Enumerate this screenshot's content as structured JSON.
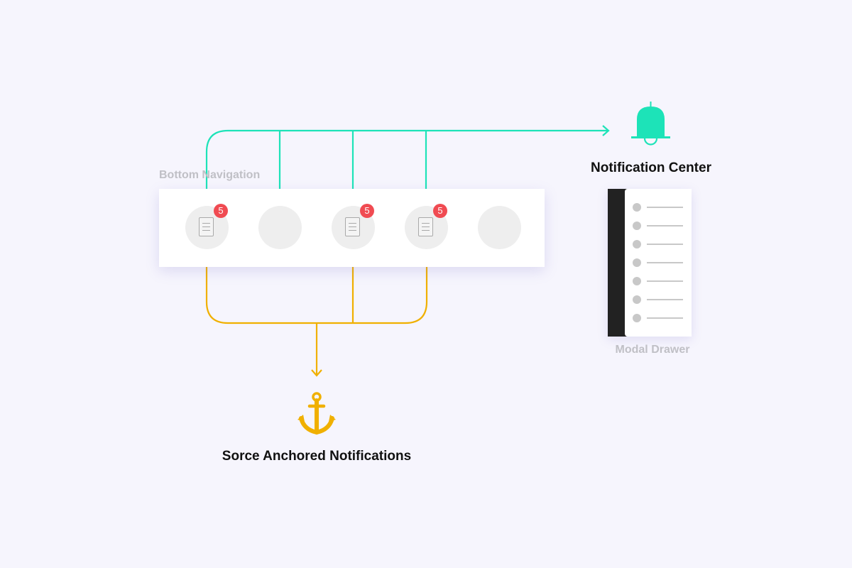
{
  "colors": {
    "background": "#f6f5fd",
    "teal": "#1de3b8",
    "amber": "#f0b000",
    "badge": "#f04b52",
    "drawer_dark": "#222222",
    "muted_label": "#c0c0c6"
  },
  "bottom_navigation": {
    "label": "Bottom Navigation",
    "items": [
      {
        "icon": "document-icon",
        "badge": "5"
      },
      {
        "icon": "",
        "badge": ""
      },
      {
        "icon": "document-icon",
        "badge": "5"
      },
      {
        "icon": "document-icon",
        "badge": "5"
      },
      {
        "icon": "",
        "badge": ""
      }
    ]
  },
  "notification_center": {
    "title": "Notification Center",
    "icon": "bell-icon"
  },
  "modal_drawer": {
    "label": "Modal Drawer",
    "row_count": 7
  },
  "anchored": {
    "title": "Sorce Anchored Notifications",
    "icon": "anchor-icon"
  }
}
